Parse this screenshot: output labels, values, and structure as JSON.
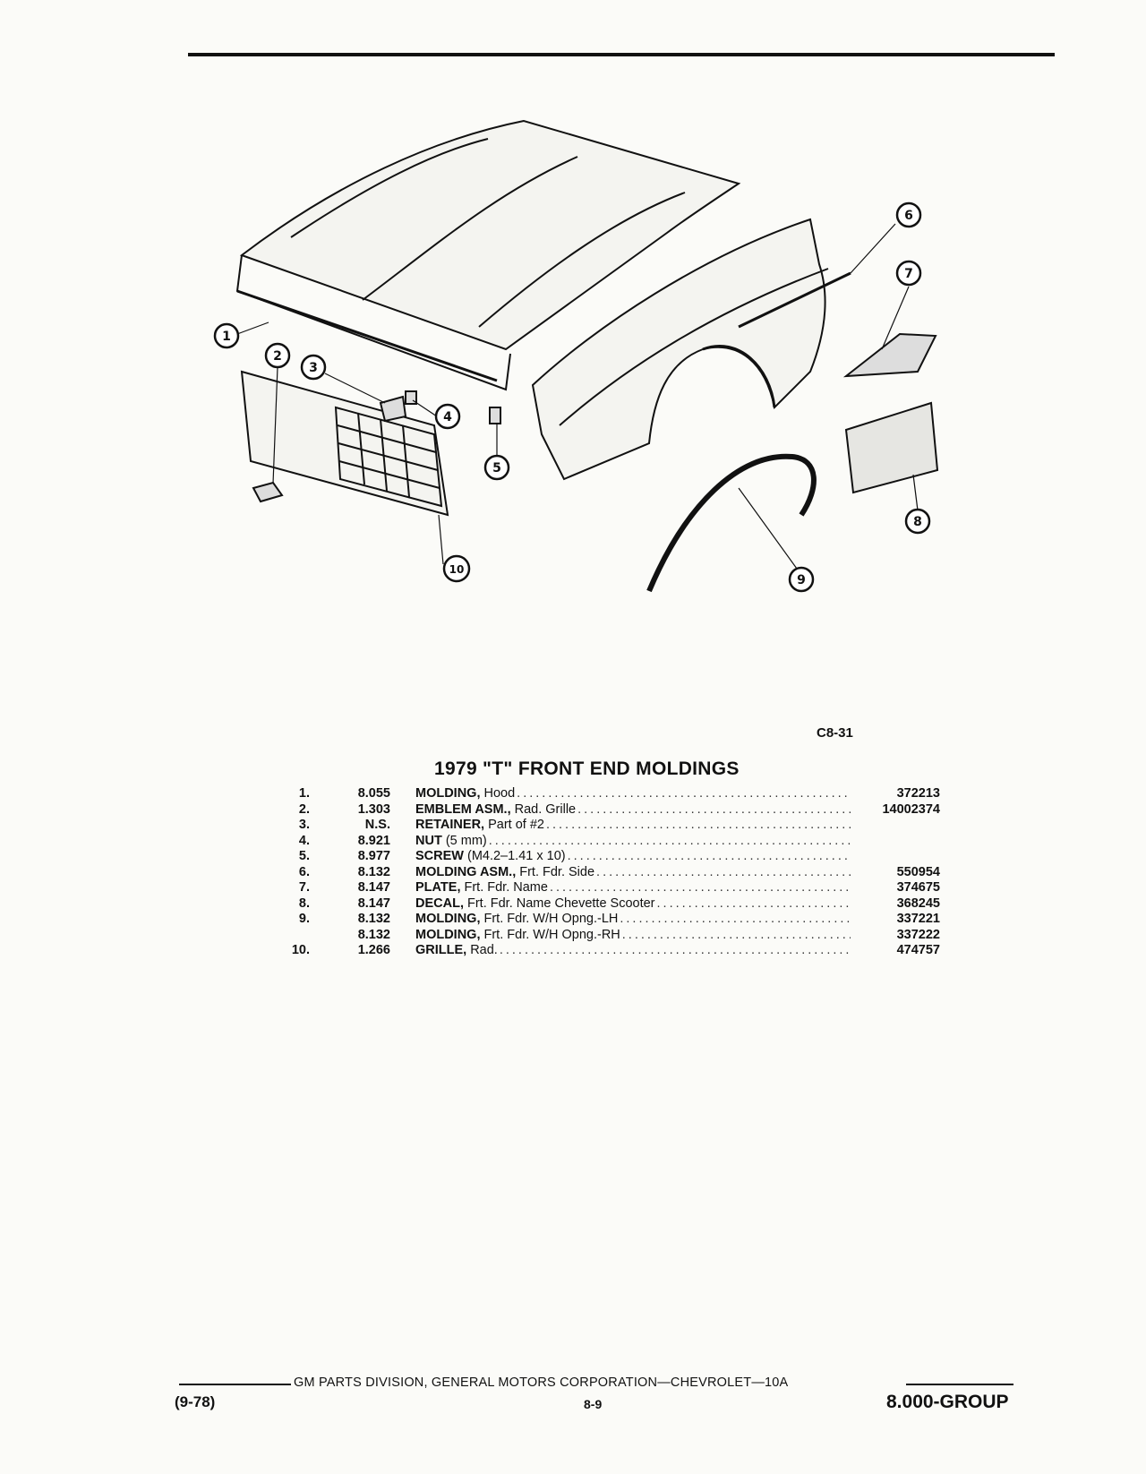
{
  "figure_code": "C8-31",
  "title": "1979 \"T\" FRONT END MOLDINGS",
  "callouts": [
    "1",
    "2",
    "3",
    "4",
    "5",
    "6",
    "7",
    "8",
    "9",
    "10"
  ],
  "parts": [
    {
      "ref": "1.",
      "group": "8.055",
      "name": "MOLDING,",
      "detail": "Hood",
      "part_no": "372213"
    },
    {
      "ref": "2.",
      "group": "1.303",
      "name": "EMBLEM ASM.,",
      "detail": "Rad. Grille",
      "part_no": "14002374"
    },
    {
      "ref": "3.",
      "group": "N.S.",
      "name": "RETAINER,",
      "detail": "Part of #2",
      "part_no": ""
    },
    {
      "ref": "4.",
      "group": "8.921",
      "name": "NUT",
      "detail": "(5 mm)",
      "part_no": ""
    },
    {
      "ref": "5.",
      "group": "8.977",
      "name": "SCREW",
      "detail": "(M4.2–1.41 x 10)",
      "part_no": ""
    },
    {
      "ref": "6.",
      "group": "8.132",
      "name": "MOLDING ASM.,",
      "detail": "Frt. Fdr. Side",
      "part_no": "550954"
    },
    {
      "ref": "7.",
      "group": "8.147",
      "name": "PLATE,",
      "detail": "Frt. Fdr. Name",
      "part_no": "374675"
    },
    {
      "ref": "8.",
      "group": "8.147",
      "name": "DECAL,",
      "detail": "Frt. Fdr. Name Chevette Scooter",
      "part_no": "368245"
    },
    {
      "ref": "9.",
      "group": "8.132",
      "name": "MOLDING,",
      "detail": "Frt. Fdr. W/H Opng.-LH",
      "part_no": "337221"
    },
    {
      "ref": "",
      "group": "8.132",
      "name": "MOLDING,",
      "detail": "Frt. Fdr. W/H Opng.-RH",
      "part_no": "337222"
    },
    {
      "ref": "10.",
      "group": "1.266",
      "name": "GRILLE,",
      "detail": "Rad.",
      "part_no": "474757"
    }
  ],
  "footer": {
    "line": "GM PARTS DIVISION, GENERAL MOTORS CORPORATION—CHEVROLET—10A",
    "date": "(9-78)",
    "page": "8-9",
    "group": "8.000-GROUP"
  }
}
